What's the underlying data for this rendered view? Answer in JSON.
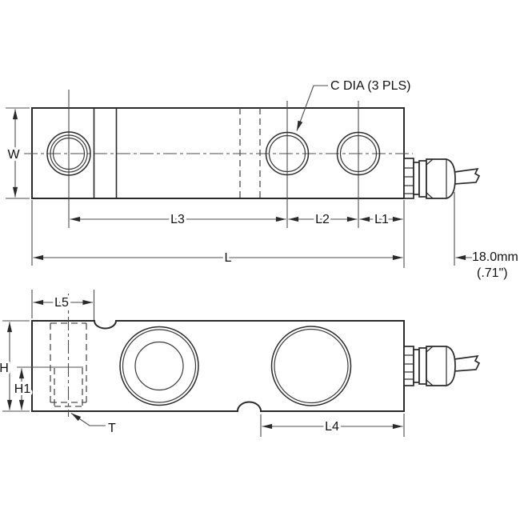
{
  "drawing": {
    "type": "engineering-dimension-drawing",
    "subject": "shear-beam load cell, top view and side view",
    "colors": {
      "background": "#ffffff",
      "object_line": "#2a2a2a",
      "dimension_line": "#4d4d4d",
      "text": "#111111"
    },
    "labels": {
      "c_dia": "C DIA (3 PLS)",
      "w": "W",
      "l3": "L3",
      "l2": "L2",
      "l1": "L1",
      "l": "L",
      "cable_mm": "18.0mm",
      "cable_in": "(.71\")",
      "l5": "L5",
      "h": "H",
      "h1": "H1",
      "t": "T",
      "l4": "L4"
    }
  }
}
